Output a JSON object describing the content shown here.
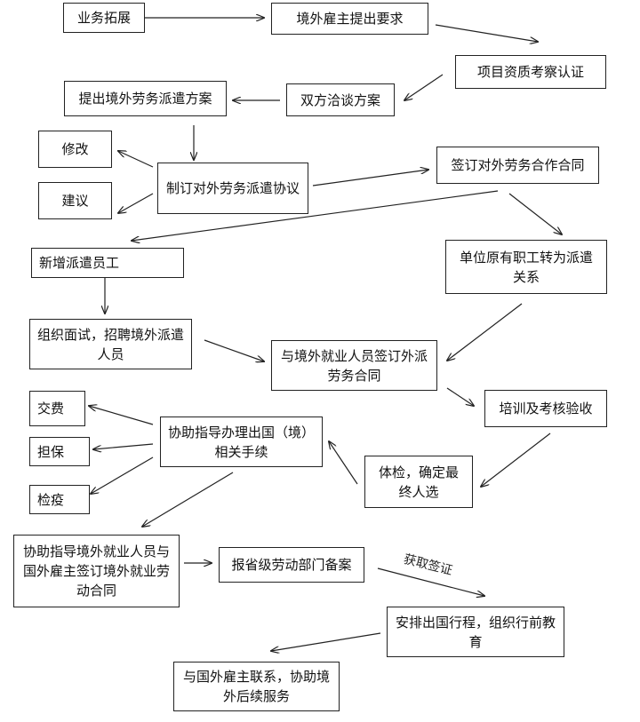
{
  "nodes": {
    "n1": "业务拓展",
    "n2": "境外雇主提出要求",
    "n3": "项目资质考察认证",
    "n4": "双方洽谈方案",
    "n5": "提出境外劳务派遣方案",
    "n6": "修改",
    "n7": "建议",
    "n8": "制订对外劳务派遣协议",
    "n9": "签订对外劳务合作合同",
    "n10": "新增派遣员工",
    "n11": "单位原有职工转为派遣关系",
    "n12": "组织面试，招聘境外派遣人员",
    "n13": "与境外就业人员签订外派劳务合同",
    "n14": "交费",
    "n15": "担保",
    "n16": "检疫",
    "n17": "协助指导办理出国（境）相关手续",
    "n18": "培训及考核验收",
    "n19": "体检，确定最终人选",
    "n20": "协助指导境外就业人员与国外雇主签订境外就业劳动合同",
    "n21": "报省级劳动部门备案",
    "n22": "安排出国行程，组织行前教育",
    "n23": "与国外雇主联系，协助境外后续服务"
  },
  "edge_labels": {
    "visa": "获取签证"
  }
}
